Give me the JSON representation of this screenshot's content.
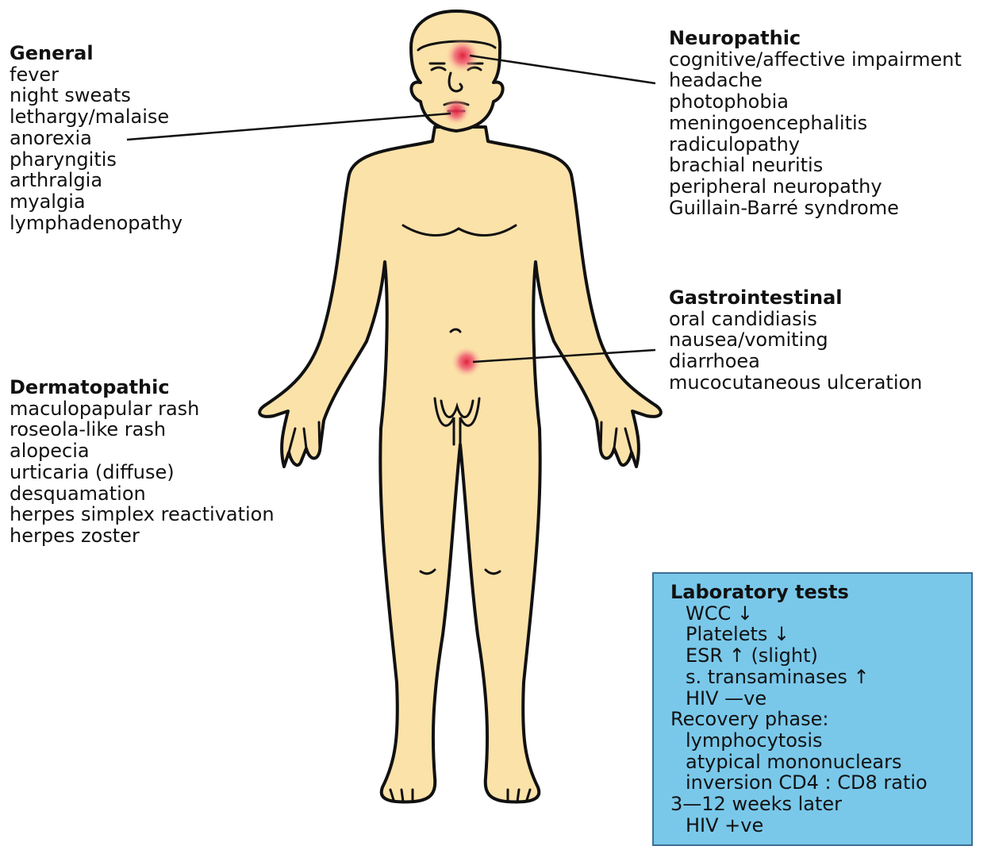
{
  "groups": {
    "general": {
      "title": "General",
      "items": [
        "fever",
        "night sweats",
        "lethargy/malaise",
        "anorexia",
        "pharyngitis",
        "arthralgia",
        "myalgia",
        "lymphadenopathy"
      ]
    },
    "dermatopathic": {
      "title": "Dermatopathic",
      "items": [
        "maculopapular rash",
        "roseola-like rash",
        "alopecia",
        "urticaria (diffuse)",
        "desquamation",
        "herpes simplex reactivation",
        "herpes zoster"
      ]
    },
    "neuropathic": {
      "title": "Neuropathic",
      "items": [
        "cognitive/affective impairment",
        "headache",
        "photophobia",
        "meningoencephalitis",
        "radiculopathy",
        "brachial neuritis",
        "peripheral neuropathy",
        "Guillain-Barré syndrome"
      ]
    },
    "gastrointestinal": {
      "title": "Gastrointestinal",
      "items": [
        "oral candidiasis",
        "nausea/vomiting",
        "diarrhoea",
        "mucocutaneous ulceration"
      ]
    }
  },
  "lab": {
    "title": "Laboratory tests",
    "lines": [
      {
        "text": "WCC ↓",
        "indent": true
      },
      {
        "text": "Platelets ↓",
        "indent": true
      },
      {
        "text": "ESR ↑ (slight)",
        "indent": true
      },
      {
        "text": "s. transaminases ↑",
        "indent": true
      },
      {
        "text": "HIV —ve",
        "indent": true
      },
      {
        "text": "Recovery phase:",
        "indent": false
      },
      {
        "text": "lymphocytosis",
        "indent": true
      },
      {
        "text": "atypical mononuclears",
        "indent": true
      },
      {
        "text": "inversion CD4 : CD8 ratio",
        "indent": true
      },
      {
        "text": "3—12 weeks later",
        "indent": false
      },
      {
        "text": "HIV +ve",
        "indent": true
      }
    ]
  },
  "colors": {
    "skin": "#fbe2a9",
    "outline": "#111111",
    "spot": "#e0203a",
    "lab_box": "#79c8ea",
    "lab_border": "#3e6e96"
  }
}
